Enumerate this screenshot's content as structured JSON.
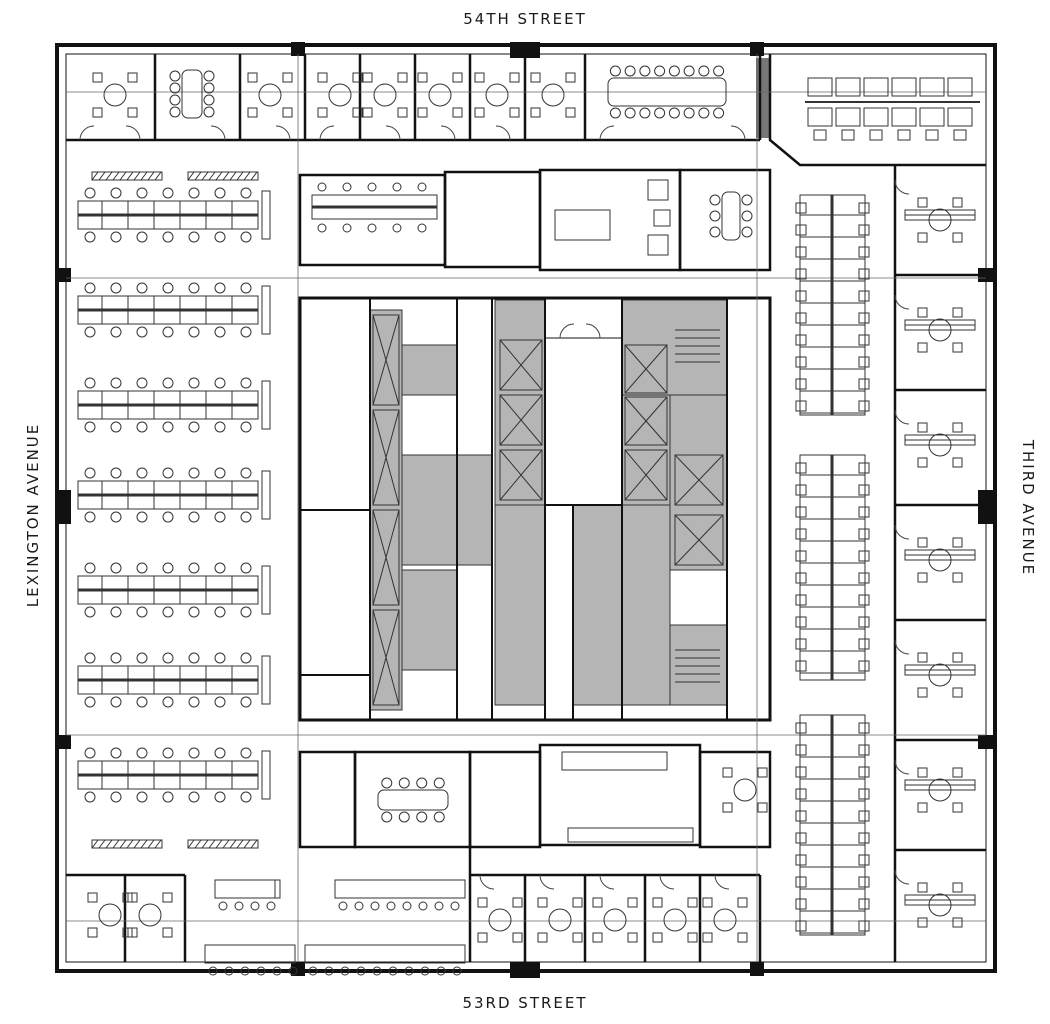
{
  "streets": {
    "north": "54TH STREET",
    "south": "53RD STREET",
    "west": "LEXINGTON AVENUE",
    "east": "THIRD AVENUE"
  },
  "colors": {
    "wall": "#111111",
    "core_fill": "#b5b5b5",
    "line": "#555555",
    "furniture": "#333333",
    "background": "#ffffff"
  }
}
